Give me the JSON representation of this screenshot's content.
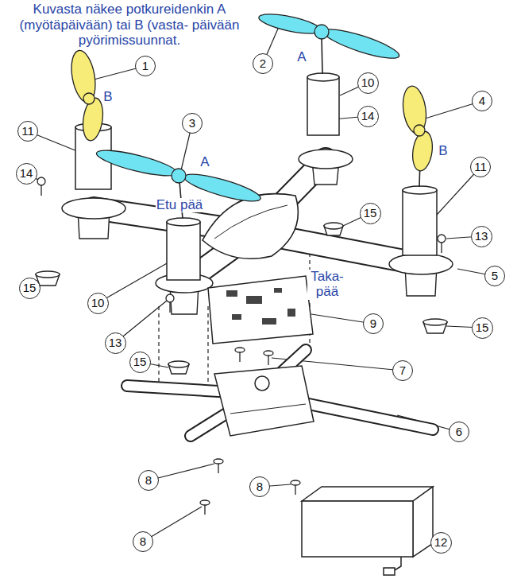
{
  "diagram": {
    "labels": [
      "Kuvasta näkee potkureidenkin A (myötäpäivään) tai B (vasta- päivään pyörimissuunnat.",
      "1",
      "B",
      "2",
      "A",
      "3",
      "A",
      "10",
      "14",
      "4",
      "B",
      "11",
      "11",
      "14",
      "Etu pää",
      "15",
      "15",
      "13",
      "Taka- pää",
      "5",
      "10",
      "13",
      "9",
      "15",
      "15",
      "7",
      "6",
      "8",
      "8",
      "8",
      "12"
    ]
  }
}
